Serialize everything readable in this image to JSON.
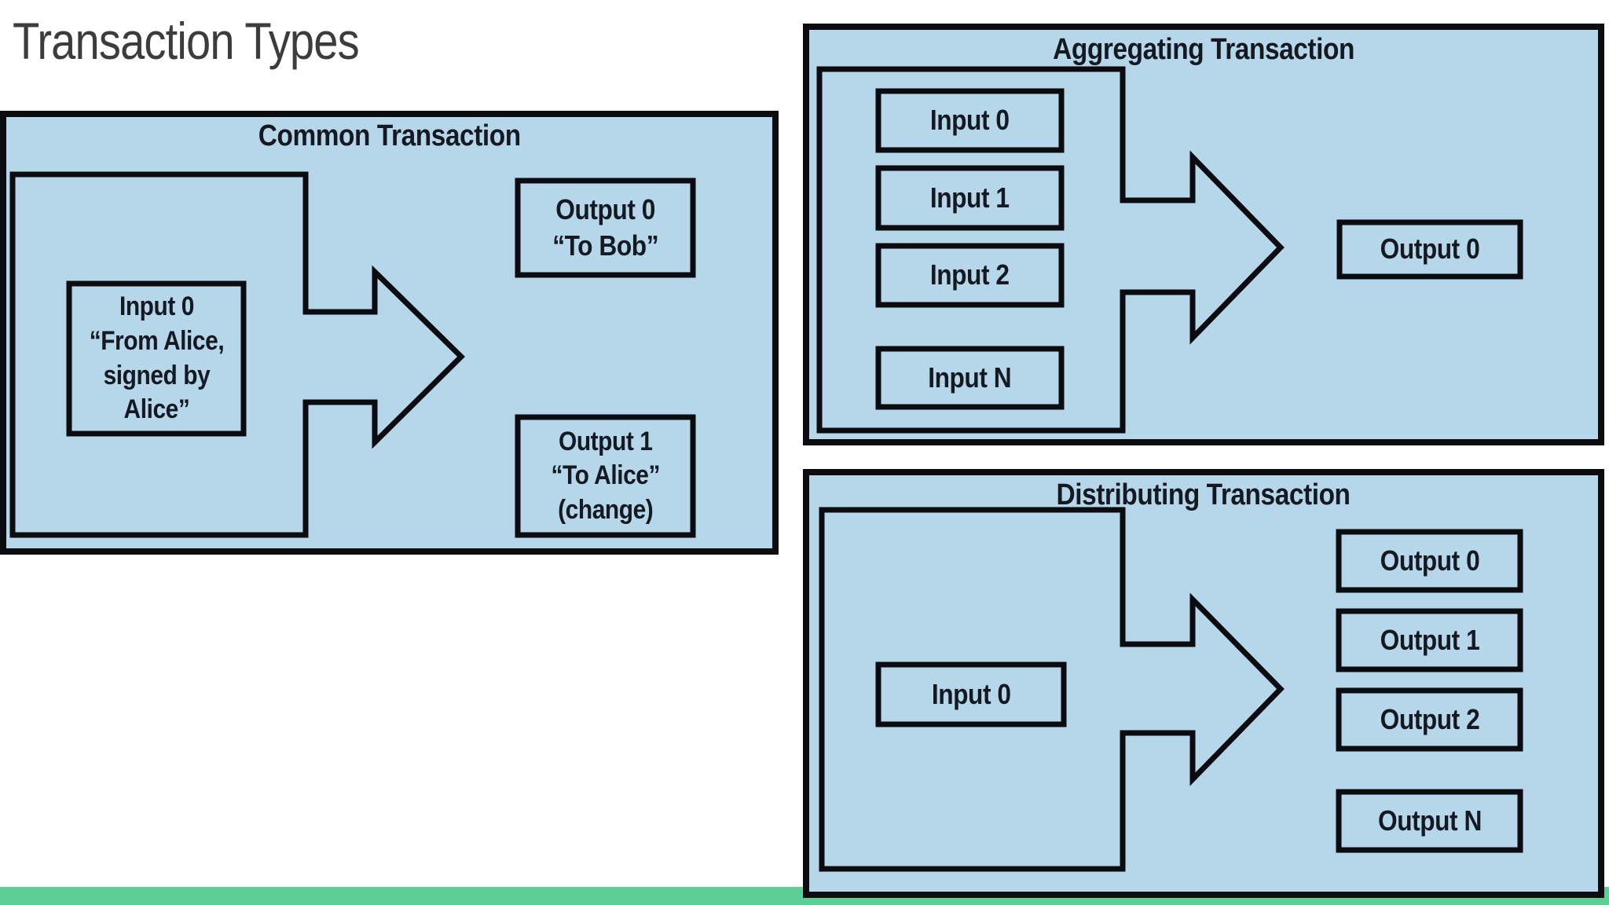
{
  "page": {
    "title": "Transaction Types"
  },
  "colors": {
    "panel_fill": "#b6d6e9",
    "outline": "#0b0b10",
    "accent_bar_green": "#5dce96",
    "page_title_text": "#3c3c3c",
    "diagram_text": "#141922",
    "background": "#ffffff"
  },
  "panels": {
    "common": {
      "title": "Common Transaction",
      "input0_label": "Input 0\n“From Alice,\nsigned by\nAlice”",
      "output0_label": "Output 0\n“To Bob”",
      "output1_label": "Output 1\n“To Alice”\n(change)"
    },
    "aggregating": {
      "title": "Aggregating Transaction",
      "inputs": [
        "Input 0",
        "Input 1",
        "Input 2",
        "Input N"
      ],
      "output0": "Output 0"
    },
    "distributing": {
      "title": "Distributing Transaction",
      "input0": "Input 0",
      "outputs": [
        "Output 0",
        "Output 1",
        "Output 2",
        "Output N"
      ]
    }
  }
}
